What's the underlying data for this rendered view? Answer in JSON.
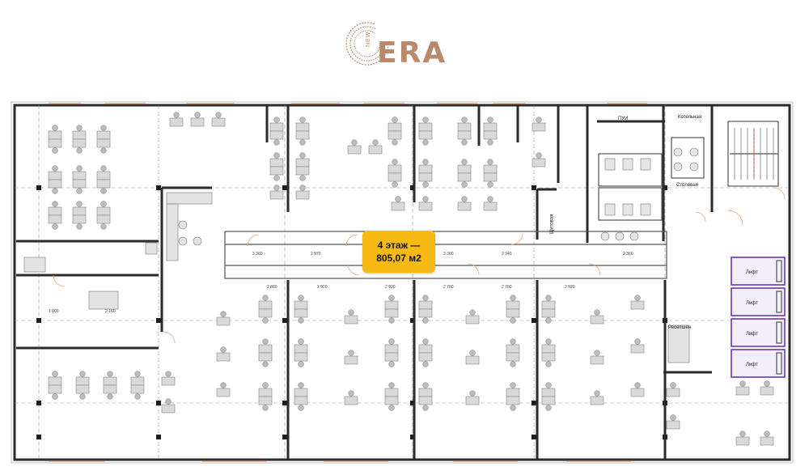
{
  "logo": {
    "brand": "ERA",
    "prefix": "NEW"
  },
  "floor_badge": {
    "line1": "4 этаж —",
    "line2": "805,07 м2"
  },
  "rooms": {
    "wc": "ПУИ",
    "boiler": "Котельная",
    "dining": "Столовая",
    "electrical": "Щитовая",
    "reception": "Ресепшен",
    "lift": "Лифт"
  },
  "colors": {
    "brand": "#b8896a",
    "badge": "#f7b913",
    "wall": "#2b2b2b",
    "lift": "#6a35b8"
  }
}
